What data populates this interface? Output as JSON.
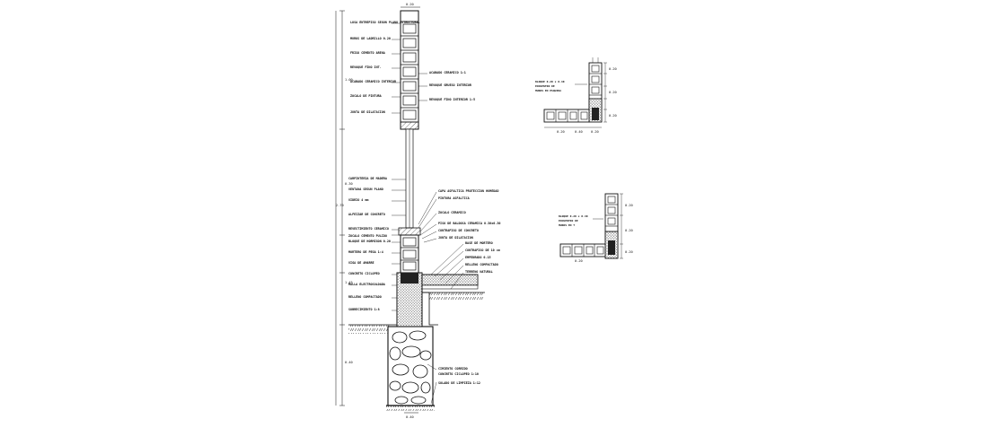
{
  "section": {
    "dims": {
      "top_width": "0.20",
      "left_top": "1.00",
      "left_mid": "0.30",
      "left_lower": "1.45",
      "left_base": "0.40",
      "left_total": "2.70",
      "bottom_width": "0.40"
    },
    "labels_upper_left": [
      "LOSA ENTREPISO SEGUN PLANO ESTRUCTURAL",
      "MUROS DE LADRILLO 0.20",
      "FRISO CEMENTO ARENA",
      "REVOQUE FINO INT.",
      "ACABADO CERAMICO INTERIOR",
      "ZOCALO DE PINTURA",
      "JUNTA DE DILATACION"
    ],
    "labels_upper_right": [
      "ACABADO CERAMICO 1:1",
      "REVOQUE GRUESO INTERIOR",
      "REVOQUE FINO INTERIOR 1:5"
    ],
    "labels_mid_left": [
      "CARPINTERIA DE MADERA",
      "VENTANA SEGUN PLANO",
      "VIDRIO 4 mm",
      "ALFEIZAR DE CONCRETO",
      "REVESTIMIENTO CERAMICO",
      "ZOCALO CEMENTO PULIDO"
    ],
    "labels_mid_right": [
      "CAPA ASFALTICA PROTECCION HUMEDAD",
      "PINTURA ASFALTICA",
      "ZOCALO CERAMICO",
      "PISO DE BALDOSA CERAMICA 0.30x0.30",
      "CONTRAPISO DE CONCRETO",
      "JUNTA DE DILATACION"
    ],
    "labels_lower_left": [
      "BLOQUE DE HORMIGON 0.20",
      "MORTERO DE PEGA 1:4",
      "VIGA DE AMARRE",
      "CONCRETO CICLOPEO",
      "MALLA ELECTROSOLDADA",
      "RELLENO COMPACTADO",
      "SOBRECIMIENTO 1:8"
    ],
    "labels_lower_right": [
      "BASE DE MORTERO",
      "CONTRAPISO DE 10 cm",
      "EMPEDRADO 0.15",
      "RELLENO COMPACTADO",
      "TERRENO NATURAL"
    ],
    "labels_foundation": [
      "CIMIENTO CORRIDO",
      "CONCRETO CICLOPEO 1:10",
      "SOLADO DE LIMPIEZA 1:12"
    ]
  },
  "detail_top": {
    "note": [
      "BLOQUE 0.20 x 0.40",
      "ENCUENTRO DE",
      "MUROS EN ESQUINA"
    ],
    "dims": [
      "0.20",
      "0.20",
      "0.20",
      "0.20",
      "0.40",
      "0.20"
    ]
  },
  "detail_bottom": {
    "note": [
      "BLOQUE 0.20 x 0.40",
      "ENCUENTRO DE",
      "MUROS EN T"
    ],
    "dims": [
      "0.20",
      "0.20",
      "0.20",
      "0.20"
    ]
  }
}
